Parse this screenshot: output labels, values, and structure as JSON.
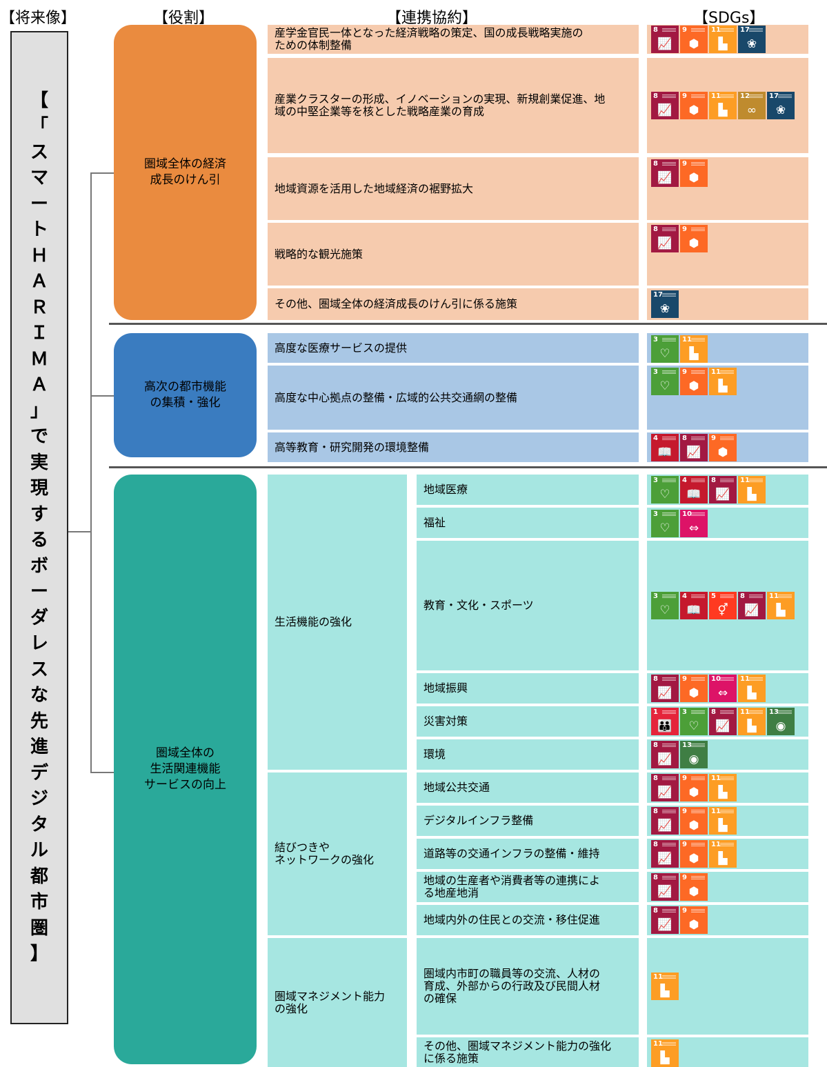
{
  "headers": {
    "vision": "【将来像】",
    "role": "【役割】",
    "agreement": "【連携協約】",
    "sdgs": "【SDGs】"
  },
  "vision_text": "【「スマートＨＡＲＩＭＡ」で実現するボーダレスな先進デジタル都市圏】",
  "colors": {
    "sdg": {
      "1": "#e5243b",
      "3": "#4c9f38",
      "4": "#c5192d",
      "5": "#ff3a21",
      "8": "#a21942",
      "9": "#fd6925",
      "10": "#dd1367",
      "11": "#fd9d24",
      "12": "#bf8b2e",
      "13": "#3f7e44",
      "17": "#19486a"
    },
    "sdg_glyph": {
      "1": "👪",
      "3": "♡",
      "4": "📖",
      "5": "⚥",
      "8": "📈",
      "9": "⬢",
      "10": "⇔",
      "11": "▙",
      "12": "∞",
      "13": "◉",
      "17": "❀"
    }
  },
  "sections": [
    {
      "role": "圏域全体の経済\n成長のけん引",
      "items": [
        {
          "text": "産学金官民一体となった経済戦略の策定、国の成長戦略実施の\nための体制整備",
          "sdgs": [
            8,
            9,
            11,
            17
          ]
        },
        {
          "text": "産業クラスターの形成、イノベーションの実現、新規創業促進、地\n域の中堅企業等を核とした戦略産業の育成",
          "sdgs": [
            8,
            9,
            11,
            12,
            17
          ]
        },
        {
          "text": "地域資源を活用した地域経済の裾野拡大",
          "sdgs": [
            8,
            9
          ]
        },
        {
          "text": "戦略的な観光施策",
          "sdgs": [
            8,
            9
          ]
        },
        {
          "text": "その他、圏域全体の経済成長のけん引に係る施策",
          "sdgs": [
            17
          ]
        }
      ]
    },
    {
      "role": "高次の都市機能\nの集積・強化",
      "items": [
        {
          "text": "高度な医療サービスの提供",
          "sdgs": [
            3,
            11
          ]
        },
        {
          "text": "高度な中心拠点の整備・広域的公共交通網の整備",
          "sdgs": [
            3,
            9,
            11
          ]
        },
        {
          "text": "高等教育・研究開発の環境整備",
          "sdgs": [
            4,
            8,
            9
          ]
        }
      ]
    },
    {
      "role": "圏域全体の\n生活関連機能\nサービスの向上",
      "groups": [
        {
          "label": "生活機能の強化",
          "items": [
            {
              "text": "地域医療",
              "sdgs": [
                3,
                4,
                8,
                11
              ]
            },
            {
              "text": "福祉",
              "sdgs": [
                3,
                10
              ]
            },
            {
              "text": "教育・文化・スポーツ",
              "sdgs": [
                3,
                4,
                5,
                8,
                11
              ]
            },
            {
              "text": "地域振興",
              "sdgs": [
                8,
                9,
                10,
                11
              ]
            },
            {
              "text": "災害対策",
              "sdgs": [
                1,
                3,
                8,
                11,
                13
              ]
            },
            {
              "text": "環境",
              "sdgs": [
                8,
                13
              ]
            }
          ]
        },
        {
          "label": "結びつきや\nネットワークの強化",
          "items": [
            {
              "text": "地域公共交通",
              "sdgs": [
                8,
                9,
                11
              ]
            },
            {
              "text": "デジタルインフラ整備",
              "sdgs": [
                8,
                9,
                11
              ]
            },
            {
              "text": "道路等の交通インフラの整備・維持",
              "sdgs": [
                8,
                9,
                11
              ]
            },
            {
              "text": "地域の生産者や消費者等の連携によ\nる地産地消",
              "sdgs": [
                8,
                9
              ]
            },
            {
              "text": "地域内外の住民との交流・移住促進",
              "sdgs": [
                8,
                9
              ]
            }
          ]
        },
        {
          "label": "圏域マネジメント能力\nの強化",
          "items": [
            {
              "text": "圏域内市町の職員等の交流、人材の\n育成、外部からの行政及び民間人材\nの確保",
              "sdgs": [
                11
              ]
            },
            {
              "text": "その他、圏域マネジメント能力の強化\nに係る施策",
              "sdgs": [
                11
              ]
            }
          ]
        }
      ]
    }
  ]
}
